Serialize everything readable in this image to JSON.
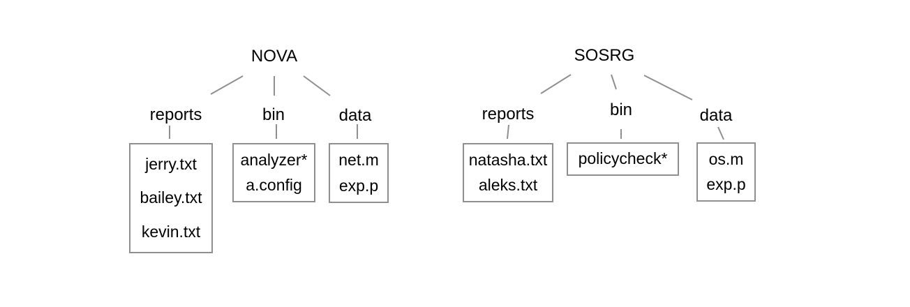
{
  "trees": [
    {
      "root": "NOVA",
      "children": [
        {
          "label": "reports",
          "files": [
            "jerry.txt",
            "bailey.txt",
            "kevin.txt"
          ]
        },
        {
          "label": "bin",
          "files": [
            "analyzer*",
            "a.config"
          ]
        },
        {
          "label": "data",
          "files": [
            "net.m",
            "exp.p"
          ]
        }
      ]
    },
    {
      "root": "SOSRG",
      "children": [
        {
          "label": "reports",
          "files": [
            "natasha.txt",
            "aleks.txt"
          ]
        },
        {
          "label": "bin",
          "files": [
            "policycheck*"
          ]
        },
        {
          "label": "data",
          "files": [
            "os.m",
            "exp.p"
          ]
        }
      ]
    }
  ],
  "colors": {
    "background": "#ffffff",
    "line": "#8f8f8f",
    "box_border": "#8f8f8f",
    "text": "#000000"
  }
}
